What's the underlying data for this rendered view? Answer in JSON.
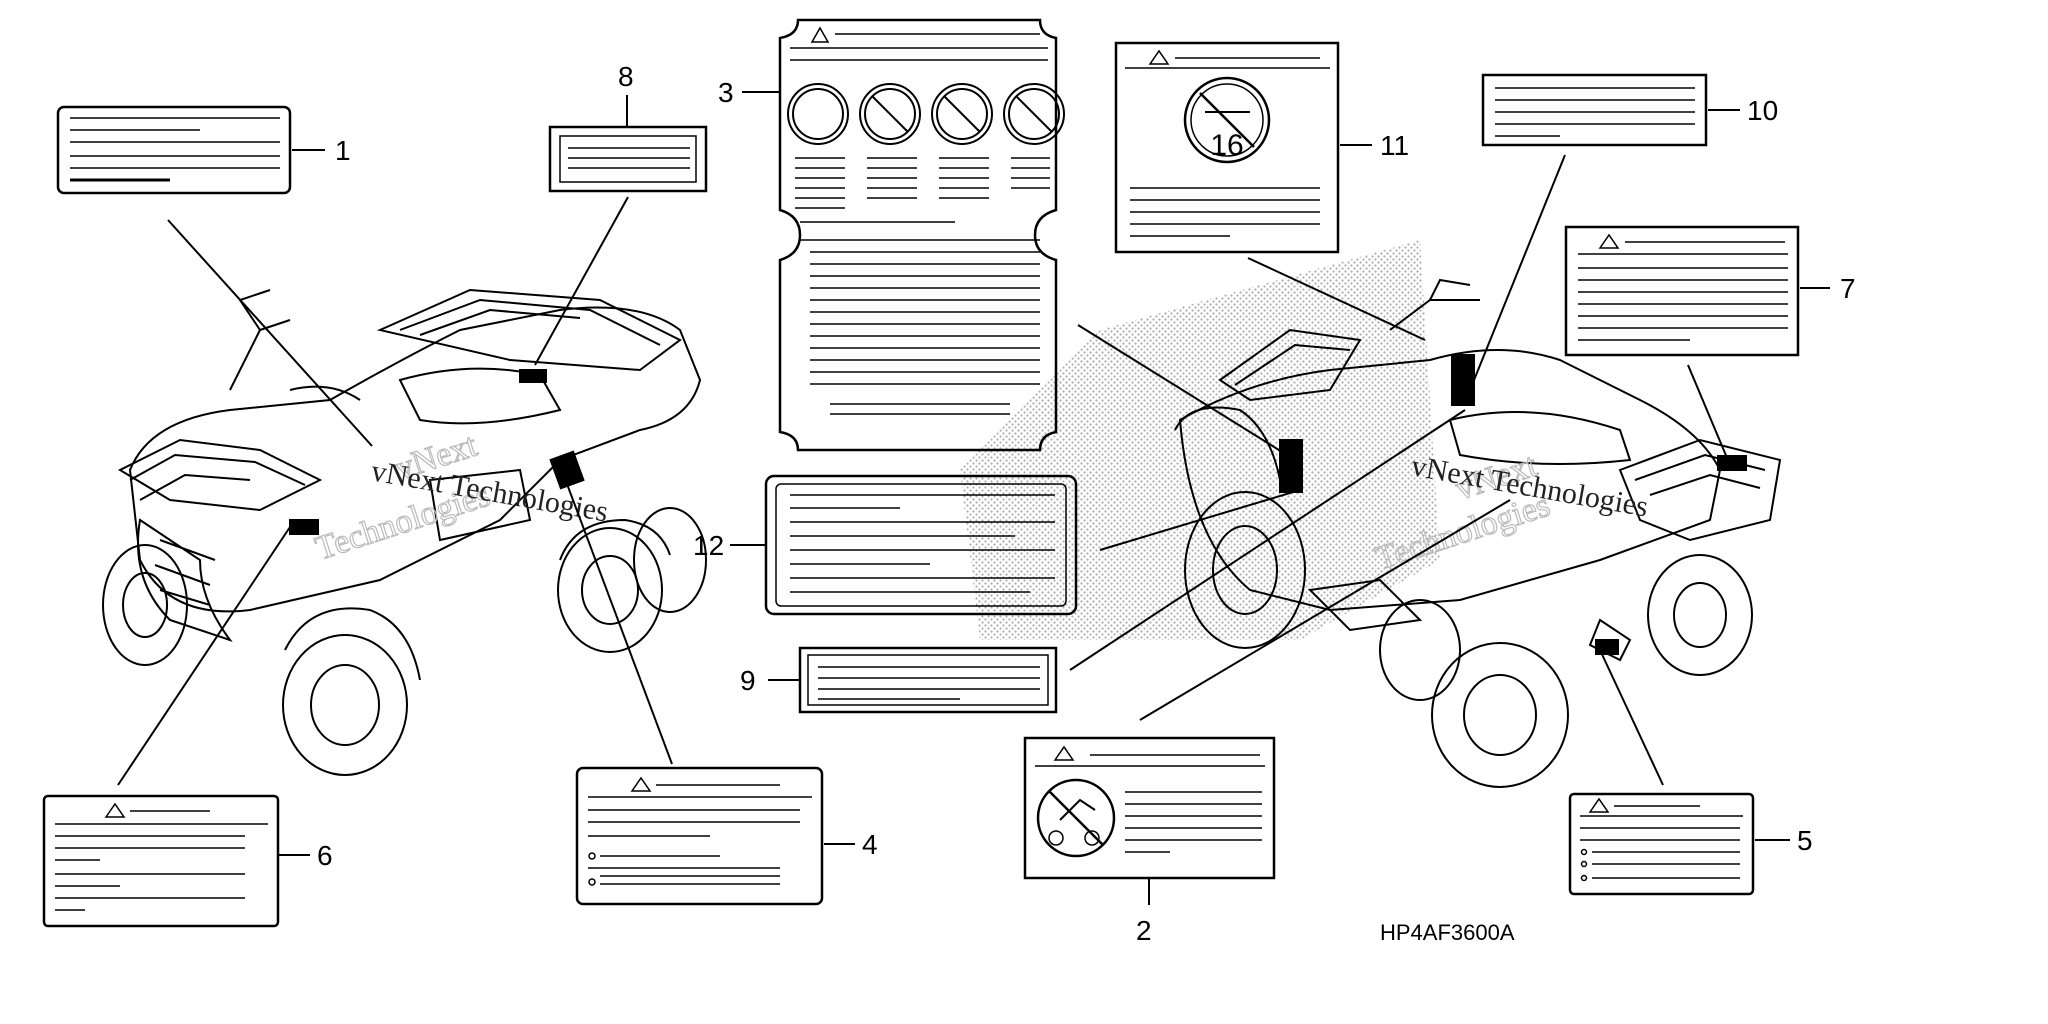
{
  "diagram": {
    "part_code": "HP4AF3600A",
    "watermark_line1": "vNext",
    "watermark_line2": "Technologies",
    "watermark_full": "vNext Technologies",
    "no_age_symbol": "16",
    "callouts": [
      "1",
      "2",
      "3",
      "4",
      "5",
      "6",
      "7",
      "8",
      "9",
      "10",
      "11",
      "12"
    ]
  }
}
